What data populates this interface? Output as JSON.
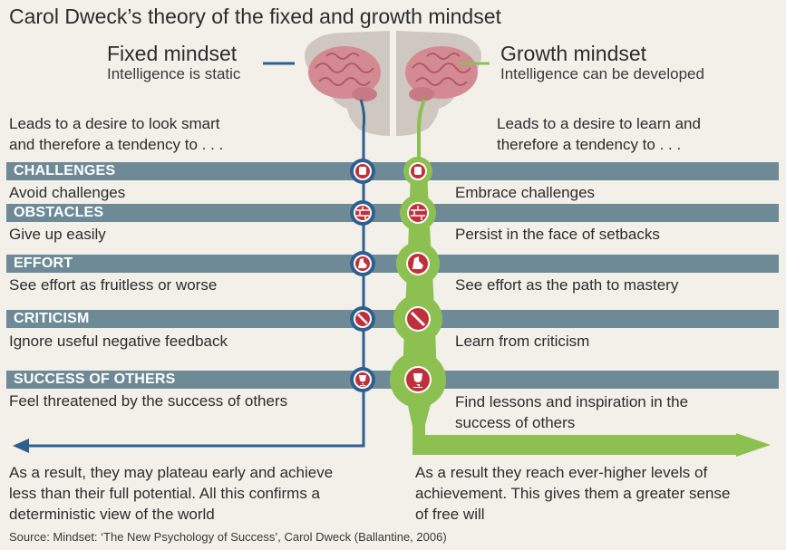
{
  "title": "Carol Dweck’s theory of the fixed and growth mindset",
  "fixed": {
    "heading": "Fixed mindset",
    "subheading": "Intelligence is static",
    "lead_1": "Leads to a desire to look smart",
    "lead_2": "and therefore a tendency to  . . .",
    "result_1": "As a result, they may plateau early and achieve",
    "result_2": "less than their full potential. All this confirms a",
    "result_3": "deterministic view of the world",
    "color": "#2d5f8f"
  },
  "growth": {
    "heading": "Growth mindset",
    "subheading": "Intelligence can be developed",
    "lead_1": "Leads to a desire to learn and",
    "lead_2": "therefore a tendency to  . . .",
    "result_1": "As a result they reach ever-higher levels of",
    "result_2": "achievement. This gives them a greater sense",
    "result_3": "of free will",
    "color": "#8cc152"
  },
  "rows": [
    {
      "category": "CHALLENGES",
      "fixed": "Avoid challenges",
      "growth": "Embrace challenges",
      "icon": "hand-stop-icon"
    },
    {
      "category": "OBSTACLES",
      "fixed": "Give up easily",
      "growth": "Persist in the face of setbacks",
      "icon": "brick-wall-icon"
    },
    {
      "category": "EFFORT",
      "fixed": "See effort as fruitless or worse",
      "growth": "See effort as the path to mastery",
      "icon": "flexed-arm-icon"
    },
    {
      "category": "CRITICISM",
      "fixed": "Ignore useful negative feedback",
      "growth": "Learn from criticism",
      "icon": "no-entry-icon"
    },
    {
      "category": "SUCCESS OF OTHERS",
      "fixed": "Feel threatened by the success of others",
      "growth_1": "Find lessons and inspiration in the",
      "growth_2": "success of others",
      "icon": "trophy-icon"
    }
  ],
  "source": "Source: Mindset: ‘The New Psychology of Success’, Carol Dweck (Ballantine, 2006)",
  "colors": {
    "bar": "#6e8a97",
    "icon_fill": "#c0303a",
    "background": "#f3efe9"
  }
}
